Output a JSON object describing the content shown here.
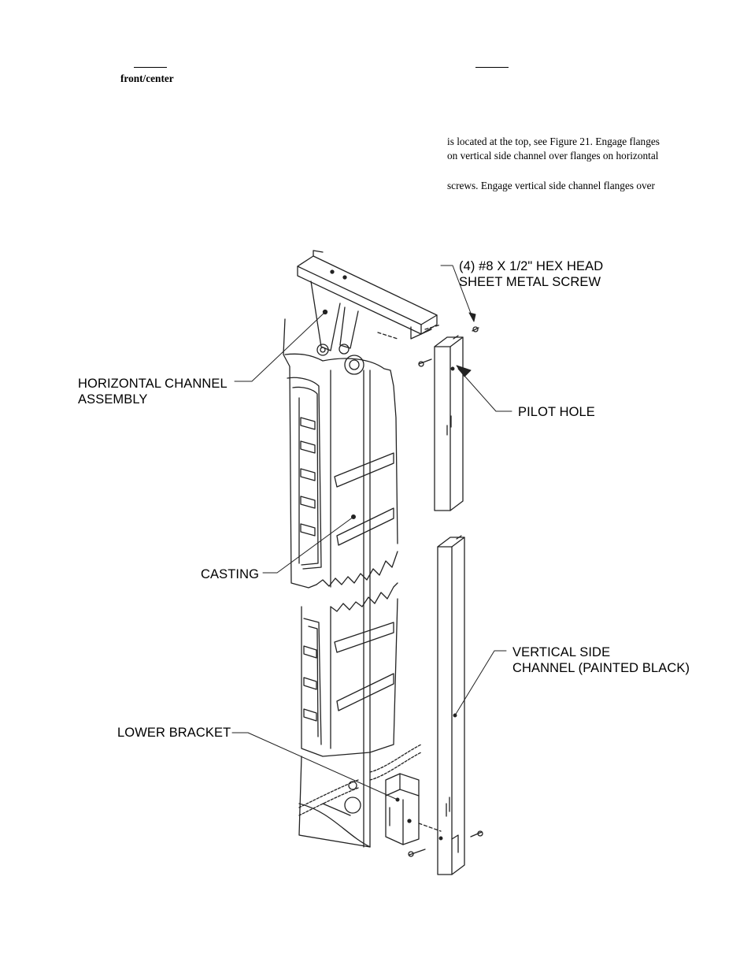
{
  "header": {
    "left_word": "front/center"
  },
  "paragraph": {
    "line1": "is located at the top, see Figure 21.  Engage flanges",
    "line2": "on vertical side channel over flanges on horizontal",
    "line3": "screws.  Engage vertical side channel flanges over"
  },
  "figure": {
    "labels": {
      "screw_line1": "(4) #8 X 1/2\" HEX HEAD",
      "screw_line2": "SHEET METAL SCREW",
      "horizontal_line1": "HORIZONTAL CHANNEL",
      "horizontal_line2": "ASSEMBLY",
      "pilot_hole": "PILOT HOLE",
      "casting": "CASTING",
      "vertical_line1": "VERTICAL SIDE",
      "vertical_line2": "CHANNEL (PAINTED BLACK)",
      "lower_bracket": "LOWER BRACKET"
    }
  }
}
